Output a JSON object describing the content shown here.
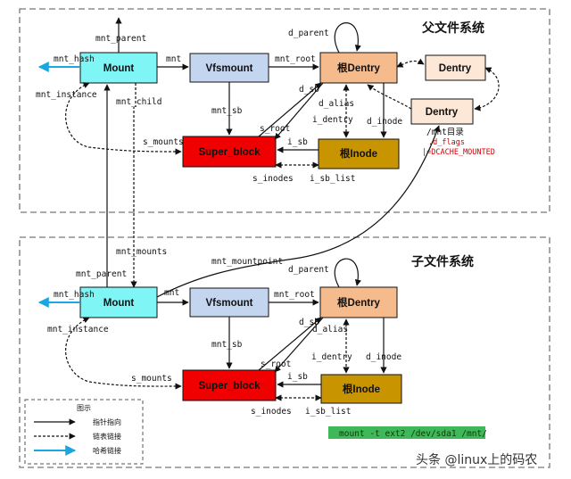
{
  "sections": {
    "parent_title": "父文件系统",
    "child_title": "子文件系统"
  },
  "boxes": {
    "mount": "Mount",
    "vfsmount": "Vfsmount",
    "root_dentry": "根Dentry",
    "dentry": "Dentry",
    "super_block": "Super_block",
    "root_inode": "根Inode"
  },
  "labels": {
    "mnt_parent": "mnt_parent",
    "mnt_hash": "mnt_hash",
    "mnt": "mnt",
    "mnt_root": "mnt_root",
    "d_parent": "d_parent",
    "d_sb": "d_sb",
    "d_alias": "d_alias",
    "i_dentry": "i_dentry",
    "d_inode": "d_inode",
    "mnt_instance": "mnt_instance",
    "mnt_child": "mnt_child",
    "mnt_sb": "mnt_sb",
    "s_root": "s_root",
    "s_mounts": "s_mounts",
    "i_sb": "i_sb",
    "s_inodes": "s_inodes",
    "i_sb_list": "i_sb_list",
    "mnt_mounts": "mnt_mounts",
    "mnt_mountpoint": "mnt_mountpoint",
    "mnt_dir": "/mnt目录",
    "d_flags": ".d_flags",
    "dcache_mounted": "|=DCACHE_MOUNTED"
  },
  "legend": {
    "title": "图示",
    "pointer": "指针指向",
    "list_link": "链表链接",
    "hash_link": "哈希链接"
  },
  "command": "mount -t ext2 /dev/sda1 /mnt/",
  "watermark": "头条 @linux上的码农",
  "colors": {
    "mount": "#7ff5f5",
    "vfsmount": "#c4d6ef",
    "root_dentry": "#f5bb8c",
    "dentry": "#fde7d6",
    "super_block": "#f00000",
    "root_inode": "#c89400",
    "hash_arrow": "#1aa7e0",
    "command_bg": "#3fb85a"
  }
}
